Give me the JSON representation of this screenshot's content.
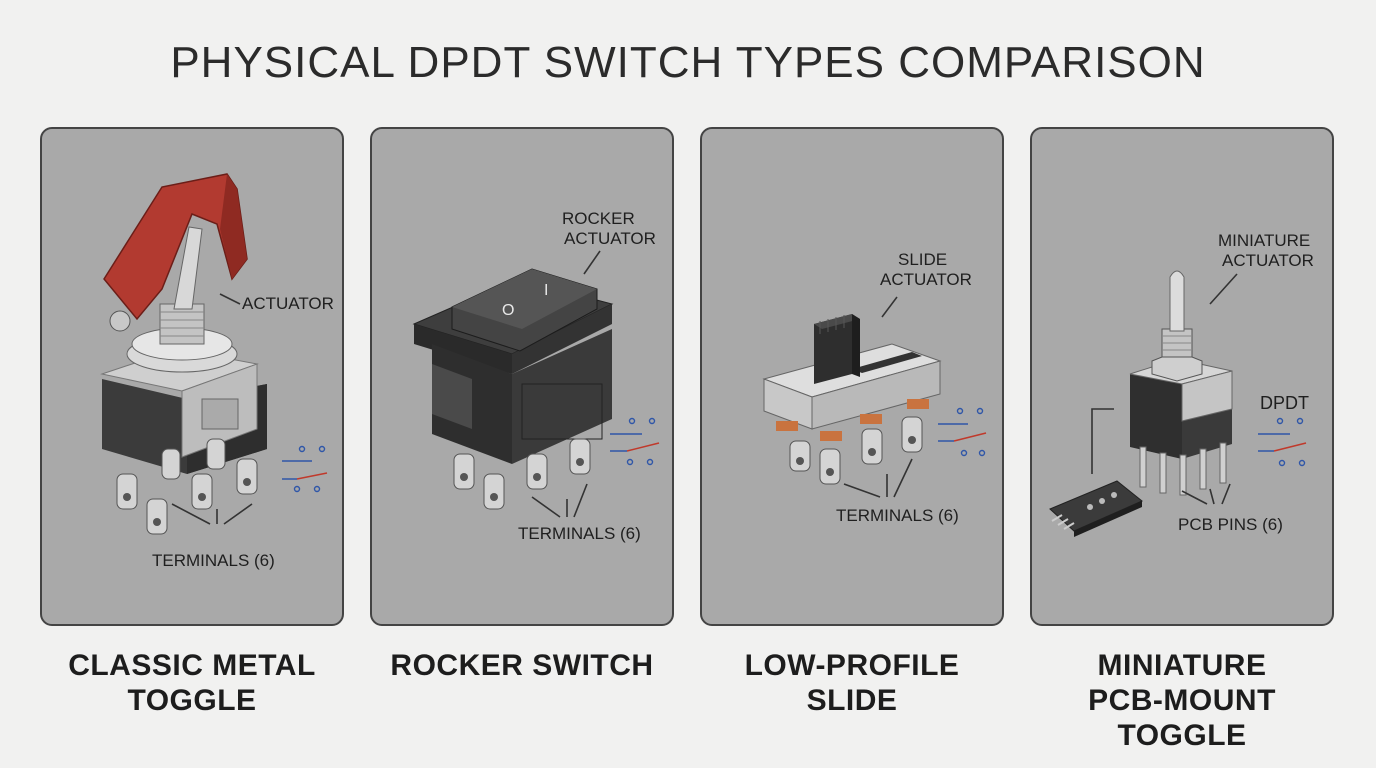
{
  "title": "PHYSICAL DPDT SWITCH TYPES COMPARISON",
  "panels": [
    {
      "name_lines": [
        "CLASSIC METAL",
        "TOGGLE"
      ],
      "labels": {
        "actuator": "ACTUATOR",
        "terminals": "TERMINALS (6)"
      }
    },
    {
      "name_lines": [
        "ROCKER SWITCH",
        ""
      ],
      "labels": {
        "actuator_1": "ROCKER",
        "actuator_2": "ACTUATOR",
        "terminals": "TERMINALS (6)",
        "off_symbol": "O",
        "on_symbol": "I"
      }
    },
    {
      "name_lines": [
        "LOW-PROFILE",
        "SLIDE"
      ],
      "labels": {
        "actuator_1": "SLIDE",
        "actuator_2": "ACTUATOR",
        "terminals": "TERMINALS (6)"
      }
    },
    {
      "name_lines": [
        "MINIATURE",
        "PCB-MOUNT TOGGLE"
      ],
      "labels": {
        "actuator_1": "MINIATURE",
        "actuator_2": "ACTUATOR",
        "type": "DPDT",
        "pins": "PCB PINS (6)"
      }
    }
  ],
  "colors": {
    "panel_bg": "#a9a9a9",
    "guard_red": "#b23a30",
    "schematic_blue": "#2f56a8",
    "schematic_red": "#c0392b",
    "copper": "#c9733f"
  }
}
